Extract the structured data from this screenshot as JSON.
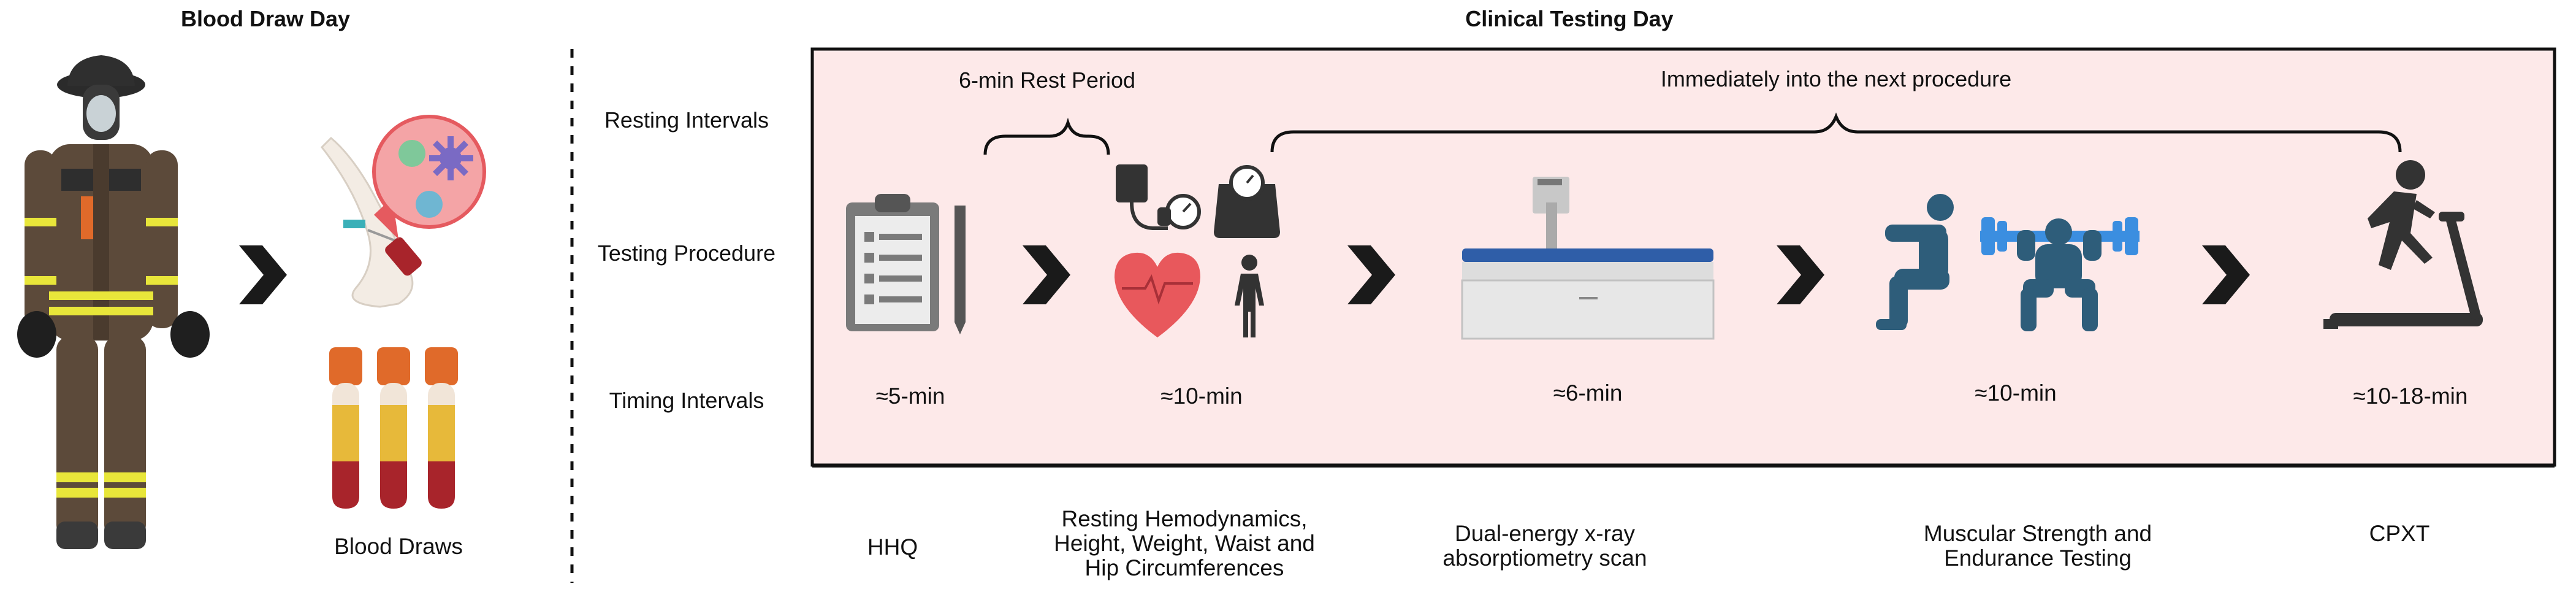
{
  "headings": {
    "left": "Blood Draw Day",
    "right": "Clinical Testing Day"
  },
  "row_labels": {
    "resting": "Resting Intervals",
    "testing": "Testing Procedure",
    "timing": "Timing Intervals"
  },
  "notes": {
    "rest_period": "6-min Rest Period",
    "immediately": "Immediately into the next procedure"
  },
  "timings": [
    "≈5-min",
    "≈10-min",
    "≈6-min",
    "≈10-min",
    "≈10-18-min"
  ],
  "blood_draws_label": "Blood Draws",
  "captions": {
    "hhq": [
      "HHQ"
    ],
    "hemo": [
      "Resting Hemodynamics,",
      "Height, Weight, Waist and",
      "Hip Circumferences"
    ],
    "dxa": [
      "Dual-energy x-ray",
      "absorptiometry scan"
    ],
    "strength": [
      "Muscular Strength and",
      "Endurance Testing"
    ],
    "cpxt": [
      "CPXT"
    ]
  },
  "colors": {
    "panel_fill": "#fde9e9",
    "panel_border": "#111111",
    "arrow": "#1a1a1a",
    "person_blue": "#2e5d7a",
    "barbell_blue": "#3b8ee0",
    "heart": "#e8585c",
    "tube_red": "#a8242b",
    "tube_yellow": "#e7b93a",
    "tube_cap": "#e06a2a",
    "gear_brown": "#5c4a3a",
    "reflective": "#e8e63a"
  }
}
